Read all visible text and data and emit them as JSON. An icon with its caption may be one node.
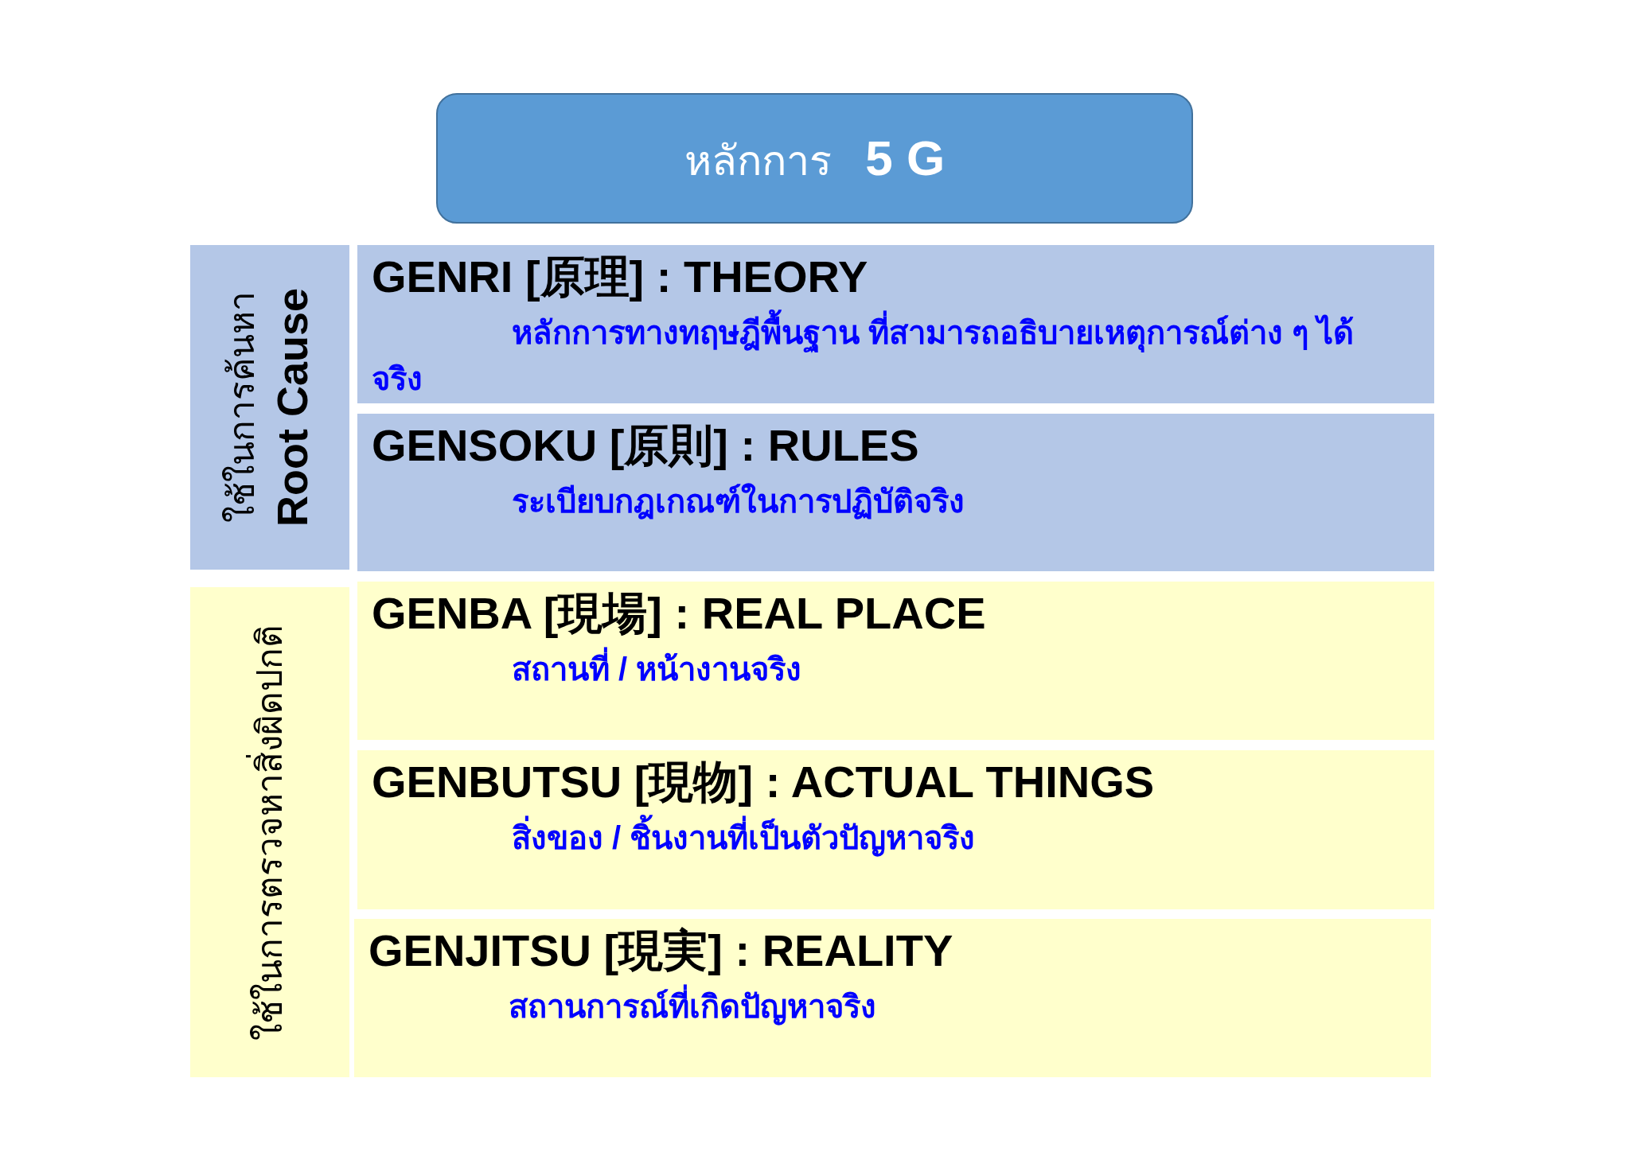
{
  "diagram": {
    "nodes": [
      {
        "text": [
          "หลักการ **5 G**"
        ]
      },
      {
        "text": [
          "ใช้ในการค้นหา",
          "Root Cause"
        ]
      },
      {
        "text": [
          "GENRI [原理] : THEORY",
          "หลักการทางทฤษฎีพื้นฐาน ที่สามารถอธิบายเหตุการณ์ต่าง ๆ ได้จริง"
        ]
      },
      {
        "text": [
          "GENSOKU [原則] : RULES",
          "ระเบียบกฎเกณฑ์ในการปฏิบัติจริง"
        ]
      },
      {
        "text": [
          "ใช้ในการตรวจหาสิ่งผิดปกติ"
        ]
      },
      {
        "text": [
          "GENBA [現場] : REAL PLACE",
          "สถานที่ / หน้างานจริง"
        ]
      },
      {
        "text": [
          "GENBUTSU [現物] : ACTUAL THINGS",
          "สิ่งของ / ชิ้นงานที่เป็นตัวปัญหาจริง"
        ]
      },
      {
        "text": [
          "GENJITSU [現実] : REALITY",
          "สถานการณ์ที่เกิดปัญหาจริง"
        ]
      }
    ]
  }
}
